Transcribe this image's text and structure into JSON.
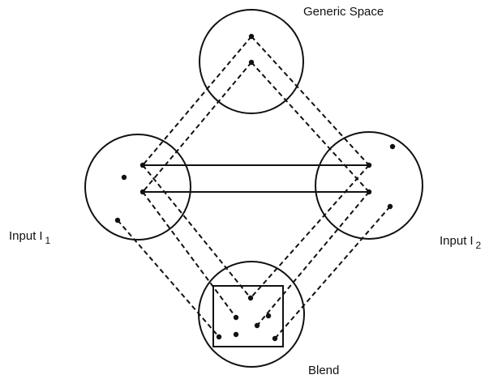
{
  "labels": {
    "generic_space": "Generic Space",
    "input1_prefix": "Input",
    "input1_letter": "I",
    "input1_sub": "1",
    "input2_prefix": "Input",
    "input2_letter": "I",
    "input2_sub": "2",
    "blend": "Blend"
  },
  "colors": {
    "ink": "#111111",
    "background": "#ffffff"
  }
}
